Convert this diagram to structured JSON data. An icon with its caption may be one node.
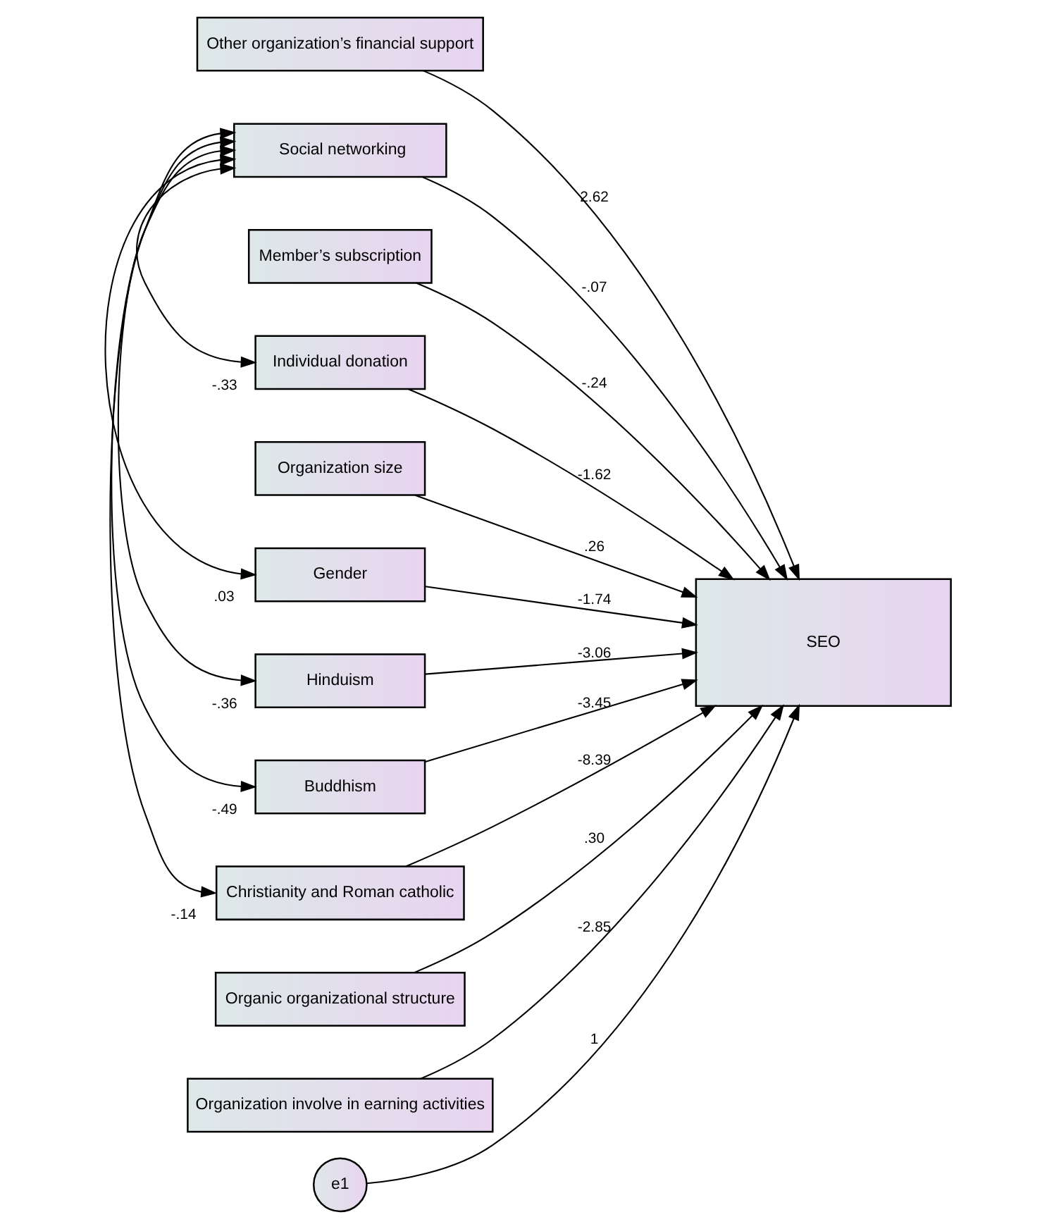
{
  "diagram": {
    "nodes": [
      {
        "text": [
          "Other organization’s financial support"
        ]
      },
      {
        "text": [
          "Social networking"
        ]
      },
      {
        "text": [
          "Member’s subscription"
        ]
      },
      {
        "text": [
          "Individual donation"
        ]
      },
      {
        "text": [
          "Organization size"
        ]
      },
      {
        "text": [
          "Gender"
        ]
      },
      {
        "text": [
          "Hinduism"
        ]
      },
      {
        "text": [
          "Buddhism"
        ]
      },
      {
        "text": [
          "Christianity and Roman catholic"
        ]
      },
      {
        "text": [
          "Organic organizational structure"
        ]
      },
      {
        "text": [
          "Organization involve in earning activities"
        ]
      },
      {
        "text": [
          "SEO"
        ]
      },
      {
        "text": [
          "e1"
        ]
      }
    ],
    "edges": [
      {
        "from": 0,
        "to": 11,
        "arrow": "to",
        "label": "2.62"
      },
      {
        "from": 1,
        "to": 11,
        "arrow": "to",
        "label": "-.07"
      },
      {
        "from": 2,
        "to": 11,
        "arrow": "to",
        "label": "-.24"
      },
      {
        "from": 3,
        "to": 11,
        "arrow": "to",
        "label": "-1.62"
      },
      {
        "from": 4,
        "to": 11,
        "arrow": "to",
        "label": ".26"
      },
      {
        "from": 5,
        "to": 11,
        "arrow": "to",
        "label": "-1.74"
      },
      {
        "from": 6,
        "to": 11,
        "arrow": "to",
        "label": "-3.06"
      },
      {
        "from": 7,
        "to": 11,
        "arrow": "to",
        "label": "-3.45"
      },
      {
        "from": 8,
        "to": 11,
        "arrow": "to",
        "label": "-8.39"
      },
      {
        "from": 9,
        "to": 11,
        "arrow": "to",
        "label": ".30"
      },
      {
        "from": 10,
        "to": 11,
        "arrow": "to",
        "label": "-2.85"
      },
      {
        "from": 12,
        "to": 11,
        "arrow": "to",
        "label": "1"
      },
      {
        "from": 1,
        "to": 3,
        "arrow": "both",
        "label": "-.33"
      },
      {
        "from": 1,
        "to": 5,
        "arrow": "both",
        "label": ".03"
      },
      {
        "from": 1,
        "to": 6,
        "arrow": "both",
        "label": "-.36"
      },
      {
        "from": 1,
        "to": 7,
        "arrow": "both",
        "label": "-.49"
      },
      {
        "from": 1,
        "to": 8,
        "arrow": "both",
        "label": "-.14"
      }
    ]
  }
}
